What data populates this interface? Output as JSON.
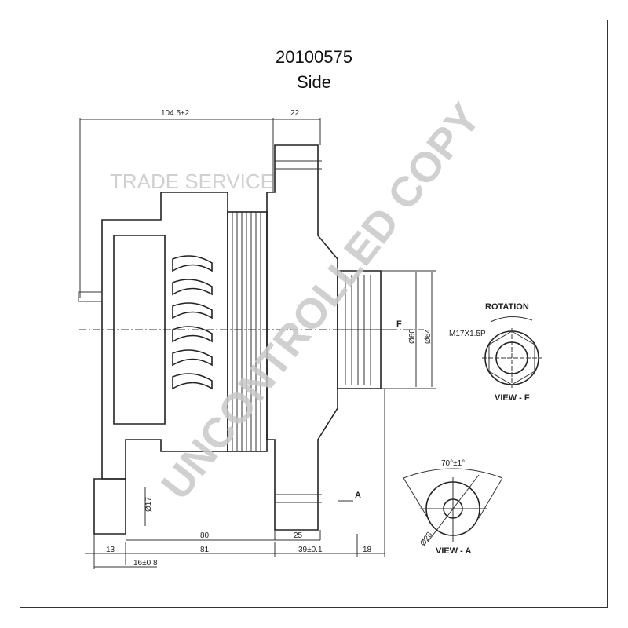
{
  "title": {
    "part_number": "20100575",
    "view": "Side"
  },
  "dimensions": {
    "overall_length": "104.5±2",
    "top_right": "22",
    "pulley_inner_dia": "Ø60",
    "pulley_outer_dia": "Ø64",
    "mount_dia": "Ø17",
    "d80": "80",
    "d25": "25",
    "d13": "13",
    "d81": "81",
    "d39": "39±0.1",
    "d18": "18",
    "d16": "16±0.8"
  },
  "view_f": {
    "rotation": "ROTATION",
    "thread": "M17X1.5P",
    "label": "VIEW - F",
    "arrow": "F"
  },
  "view_a": {
    "angle": "70°±1°",
    "dia": "Ø28",
    "label": "VIEW - A",
    "arrow": "A"
  },
  "watermark": {
    "text": "UNCONTROLLED COPY",
    "logo_text": "TRADE SERVICE"
  }
}
